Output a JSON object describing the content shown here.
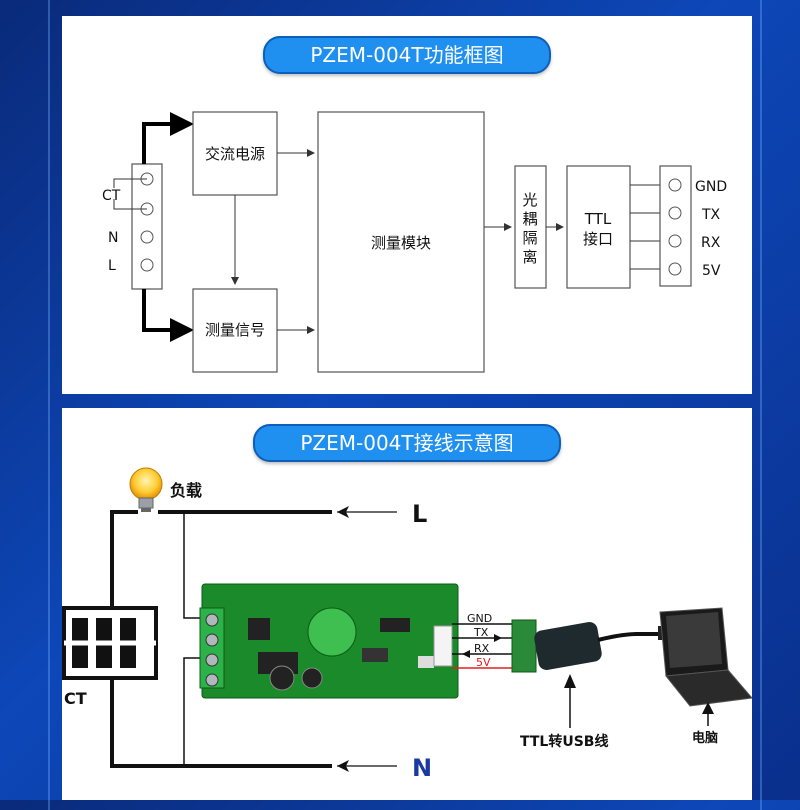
{
  "top_panel": {
    "title": "PZEM-004T功能框图",
    "left_terminal_labels": [
      "CT",
      "N",
      "L"
    ],
    "boxes": {
      "ac_power": "交流电源",
      "measure_signal": "测量信号",
      "measure_module": "测量模块",
      "optocoupler": [
        "光",
        "耦",
        "隔",
        "离"
      ],
      "ttl_interface": [
        "TTL",
        "接口"
      ]
    },
    "right_pins": [
      "GND",
      "TX",
      "RX",
      "5V"
    ]
  },
  "bottom_panel": {
    "title": "PZEM-004T接线示意图",
    "load_label": "负载",
    "line_label": "L",
    "neutral_label": "N",
    "ct_label": "CT",
    "pin_labels": [
      "GND",
      "TX",
      "RX",
      "5V"
    ],
    "cable_label": "TTL转USB线",
    "computer_label": "电脑",
    "colors": {
      "accent": "#1f8ff0",
      "board_green": "#1a8a2a",
      "wire_red": "#e02020"
    }
  }
}
